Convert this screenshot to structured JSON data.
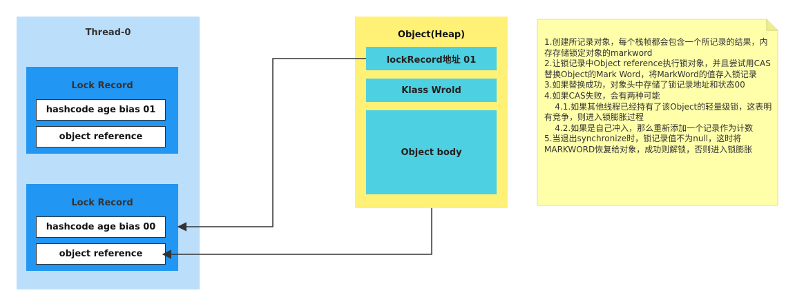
{
  "thread": {
    "title": "Thread-0",
    "records": [
      {
        "title": "Lock Record",
        "fields": [
          "hashcode age bias 01",
          "object reference"
        ]
      },
      {
        "title": "Lock Record",
        "fields": [
          "hashcode age bias 00",
          "object reference"
        ]
      }
    ]
  },
  "heap": {
    "title": "Object(Heap)",
    "cells": [
      "lockRecord地址  01",
      "Klass Wrold",
      "Object body"
    ]
  },
  "note": {
    "lines": [
      "1.创建所记录对象，每个栈帧都会包含一个所记录的结果，内存存储锁定对象的markword",
      "2.让锁记录中Object reference执行锁对象，并且尝试用CAS替换Object的Mark Word，将MarkWord的值存入锁记录",
      "3.如果替换成功，对象头中存储了锁记录地址和状态00",
      "4.如果CAS失败，会有两种可能",
      "    4.1.如果其他线程已经持有了该Object的轻量级锁，这表明有竞争，则进入锁膨胀过程",
      "    4.2.如果是自己冲入，那么重新添加一个记录作为计数",
      "5.当退出synchronize时，锁记录值不为null，这时将MARKWORD恢复给对象，成功则解锁，否则进入锁膨胀"
    ]
  },
  "colors": {
    "thread_bg": "#bbdefb",
    "lock_record_bg": "#2196f3",
    "heap_bg": "#fff176",
    "heap_cell_bg": "#4dd0e1",
    "note_bg": "#ffffaa",
    "arrow": "#333333"
  }
}
